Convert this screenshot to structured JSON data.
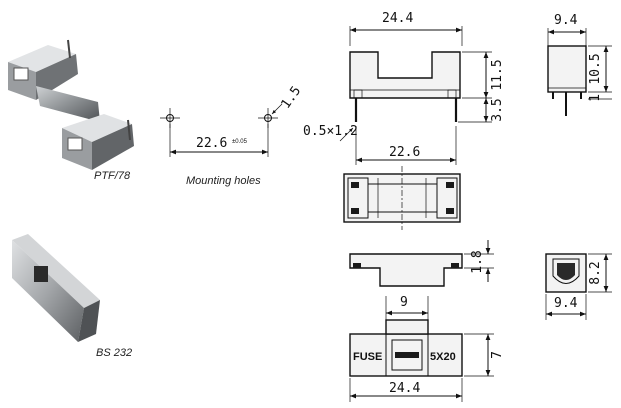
{
  "products": [
    {
      "caption": "PTF/78"
    },
    {
      "caption": "BS 232"
    }
  ],
  "mounting": {
    "caption": "Mounting holes",
    "spacing": "22.6",
    "tolerance": "±0.05",
    "hole_diameter": "1.5"
  },
  "front_view": {
    "width": "24.4",
    "height": "11.5",
    "pin_length": "3.5",
    "pin_section": "0.5×1.2",
    "pin_spacing": "22.6"
  },
  "side_view": {
    "width": "9.4",
    "height": "10.5",
    "base": "1"
  },
  "cover_view": {
    "height": "1.8",
    "side_width": "9.4",
    "side_height": "8.2"
  },
  "label_view": {
    "window_width": "9",
    "height": "7",
    "width": "24.4",
    "text_left": "FUSE",
    "text_right": "5X20"
  }
}
